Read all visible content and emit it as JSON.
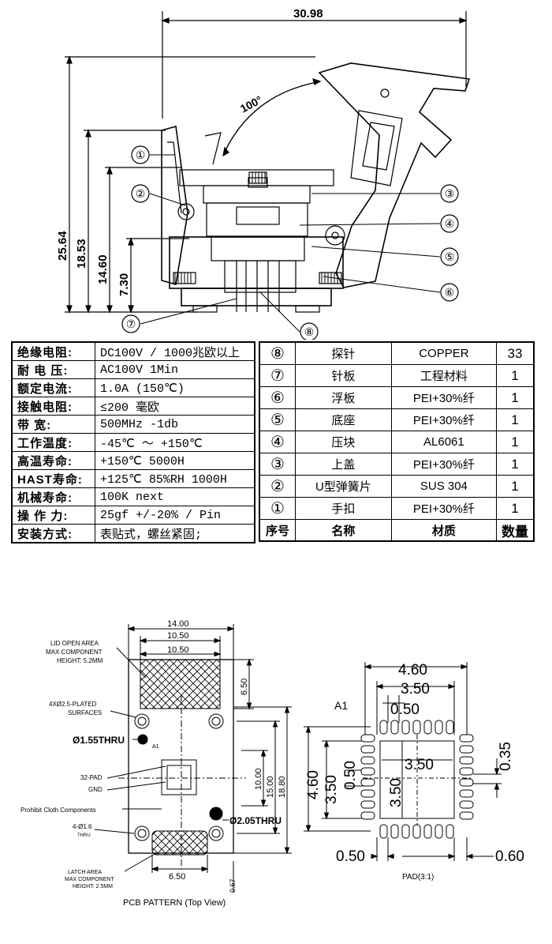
{
  "drawing_top": {
    "dim_top": "30.98",
    "dim_left": [
      "25.64",
      "18.53",
      "14.60",
      "7.30"
    ],
    "angle": "100°",
    "callouts_left": [
      "①",
      "②"
    ],
    "callouts_right": [
      "③",
      "④",
      "⑤",
      "⑥"
    ],
    "callouts_bottom": [
      "⑦",
      "⑧"
    ]
  },
  "spec_table": [
    {
      "label": "绝缘电阻:",
      "value": "DC100V / 1000兆欧以上"
    },
    {
      "label": "耐 电 压:",
      "value": "AC100V 1Min"
    },
    {
      "label": "额定电流:",
      "value": "1.0A (150℃)"
    },
    {
      "label": "接触电阻:",
      "value": "≤200 毫欧"
    },
    {
      "label": "带    宽:",
      "value": "500MHz  -1db"
    },
    {
      "label": "工作温度:",
      "value": "-45℃ ～ +150℃"
    },
    {
      "label": "高温寿命:",
      "value": "+150℃  5000H"
    },
    {
      "label": "HAST寿命:",
      "value": "+125℃  85%RH 1000H"
    },
    {
      "label": "机械寿命:",
      "value": "100K next"
    },
    {
      "label": "操 作 力:",
      "value": "25gf +/-20% / Pin"
    },
    {
      "label": "安装方式:",
      "value": "表贴式，螺丝紧固;"
    }
  ],
  "bom_table": {
    "rows": [
      {
        "no": "⑧",
        "name": "探针",
        "material": "COPPER",
        "qty": "33"
      },
      {
        "no": "⑦",
        "name": "针板",
        "material": "工程材料",
        "qty": "1"
      },
      {
        "no": "⑥",
        "name": "浮板",
        "material": "PEI+30%纤",
        "qty": "1"
      },
      {
        "no": "⑤",
        "name": "底座",
        "material": "PEI+30%纤",
        "qty": "1"
      },
      {
        "no": "④",
        "name": "压块",
        "material": "AL6061",
        "qty": "1"
      },
      {
        "no": "③",
        "name": "上盖",
        "material": "PEI+30%纤",
        "qty": "1"
      },
      {
        "no": "②",
        "name": "U型弹簧片",
        "material": "SUS 304",
        "qty": "1"
      },
      {
        "no": "①",
        "name": "手扣",
        "material": "PEI+30%纤",
        "qty": "1"
      }
    ],
    "header": {
      "no": "序号",
      "name": "名称",
      "material": "材质",
      "qty": "数量"
    }
  },
  "pcb_pattern": {
    "dim_top": [
      "14.00",
      "10.50",
      "10.50"
    ],
    "dim_right": [
      "6.50",
      "10.00",
      "15.00",
      "18.80"
    ],
    "dim_bottom": "6.50",
    "dim_bottom_small": "0.67",
    "labels": {
      "lid_open_1": "LID OPEN AREA",
      "lid_open_2": "MAX COMPONENT",
      "lid_open_3": "HEIGHT: 5.2MM",
      "plated_1": "4XØ2.5-PLATED",
      "plated_2": "SURFACES",
      "thru_155": "Ø1.55THRU",
      "a1": "A1",
      "pad32": "32-PAD",
      "gnd": "GND",
      "prohibit": "Prohibit Cloth Components",
      "hole16_1": "4-Ø1.6",
      "hole16_2": "THRU",
      "thru_205": "Ø2.05THRU",
      "latch_1": "LATCH AREA",
      "latch_2": "MAX COMPONENT",
      "latch_3": "HEIGHT: 2.5MM",
      "caption": "PCB PATTERN (Top View)"
    }
  },
  "pad_view": {
    "dim_top": [
      "4.60",
      "3.50",
      "0.50"
    ],
    "a1": "A1",
    "dim_left": [
      "4.60",
      "3.50",
      "0.50"
    ],
    "dim_center": [
      "3.50",
      "3.50"
    ],
    "dim_right": "0.35",
    "dim_bottom_left": "0.50",
    "dim_bottom_right": "0.60",
    "caption": "PAD(3:1)"
  }
}
